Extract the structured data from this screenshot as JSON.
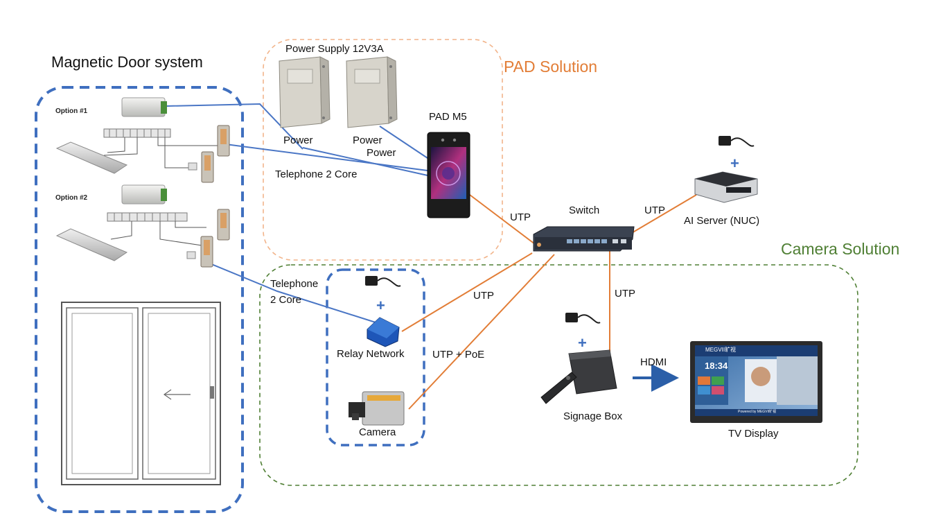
{
  "groups": {
    "magnetic_door": "Magnetic Door system",
    "pad_solution": "PAD Solution",
    "camera_solution": "Camera Solution"
  },
  "door_system": {
    "option1": "Option #1",
    "option2": "Option #2"
  },
  "pad": {
    "power_supply": "Power Supply 12V3A",
    "power_label_1": "Power",
    "power_label_2a": "Power",
    "power_label_2b": "Power",
    "device": "PAD M5",
    "telephone_core": "Telephone 2 Core"
  },
  "network": {
    "switch": "Switch",
    "ai_server": "AI Server (NUC)",
    "utp_pad": "UTP",
    "utp_server": "UTP",
    "utp_relay": "UTP",
    "utp_signage": "UTP",
    "utp_poe": "UTP + PoE",
    "plus": "+"
  },
  "camera_solution": {
    "telephone_a": "Telephone",
    "telephone_b": "2 Core",
    "relay": "Relay Network",
    "camera": "Camera",
    "signage_box": "Signage Box",
    "hdmi": "HDMI",
    "tv_display": "TV Display"
  },
  "tv_screen": {
    "brand": "MEGVII旷视",
    "time": "18:34",
    "footer": "Powered by MEGVII旷视"
  },
  "colors": {
    "blue_line": "#4a76c5",
    "orange_line": "#e27d36",
    "green_border": "#4f7f34",
    "orange_border": "#f2b48a",
    "blue_border": "#3f6fbf"
  }
}
